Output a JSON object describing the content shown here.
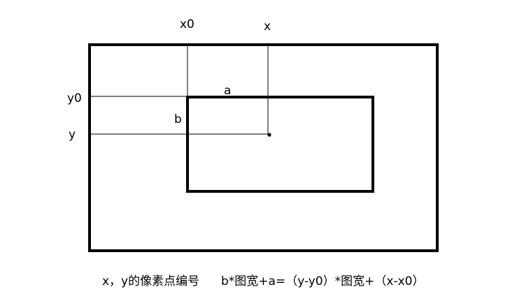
{
  "labels": {
    "x0": "x0",
    "x": "x",
    "y0": "y0",
    "y": "y",
    "a": "a",
    "b": "b"
  },
  "caption": {
    "left": "x，y的像素点编号",
    "right": "b*图宽+a=（y-y0）*图宽+（x-x0）"
  },
  "colors": {
    "stroke": "#000000",
    "background": "#ffffff"
  }
}
